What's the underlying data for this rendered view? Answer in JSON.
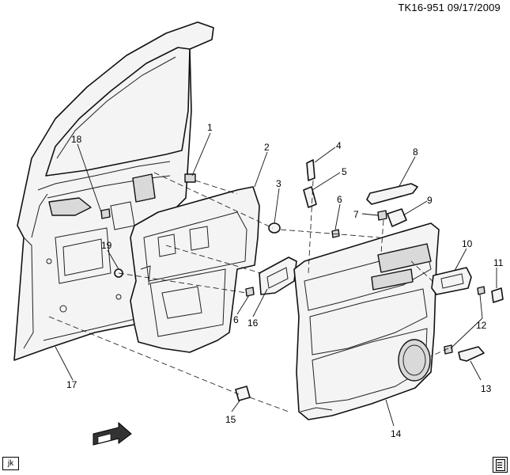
{
  "header": {
    "code": "TK16-951",
    "date": "09/17/2009"
  },
  "footer": {
    "initials": "jk"
  },
  "icons": {
    "view_arrow": "view-direction-arrow-icon",
    "manual": "service-manual-icon"
  },
  "callouts": [
    {
      "id": "1",
      "label": "1"
    },
    {
      "id": "2",
      "label": "2"
    },
    {
      "id": "3",
      "label": "3"
    },
    {
      "id": "4",
      "label": "4"
    },
    {
      "id": "5",
      "label": "5"
    },
    {
      "id": "6a",
      "label": "6"
    },
    {
      "id": "6b",
      "label": "6"
    },
    {
      "id": "7",
      "label": "7"
    },
    {
      "id": "8",
      "label": "8"
    },
    {
      "id": "9",
      "label": "9"
    },
    {
      "id": "10",
      "label": "10"
    },
    {
      "id": "11",
      "label": "11"
    },
    {
      "id": "12",
      "label": "12"
    },
    {
      "id": "13",
      "label": "13"
    },
    {
      "id": "14",
      "label": "14"
    },
    {
      "id": "15",
      "label": "15"
    },
    {
      "id": "16",
      "label": "16"
    },
    {
      "id": "17",
      "label": "17"
    },
    {
      "id": "18",
      "label": "18"
    },
    {
      "id": "19",
      "label": "19"
    }
  ]
}
